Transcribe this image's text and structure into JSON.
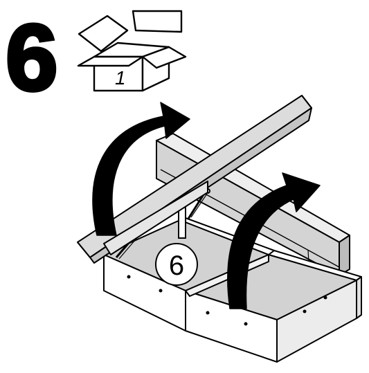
{
  "step": {
    "number": "6"
  },
  "package": {
    "box_number": "1"
  },
  "callout": {
    "part_number": "6"
  },
  "colors": {
    "ink": "#000000",
    "lid": "#dcdcdc",
    "panel": "#e6e6e6",
    "floor": "#d2d2d2",
    "side": "#ffffff",
    "headboard": "#d4d4d4",
    "arrow": "#000000"
  },
  "icons": {
    "package": "open-box-icon",
    "lift_arrow": "curved-arrow-icon"
  }
}
